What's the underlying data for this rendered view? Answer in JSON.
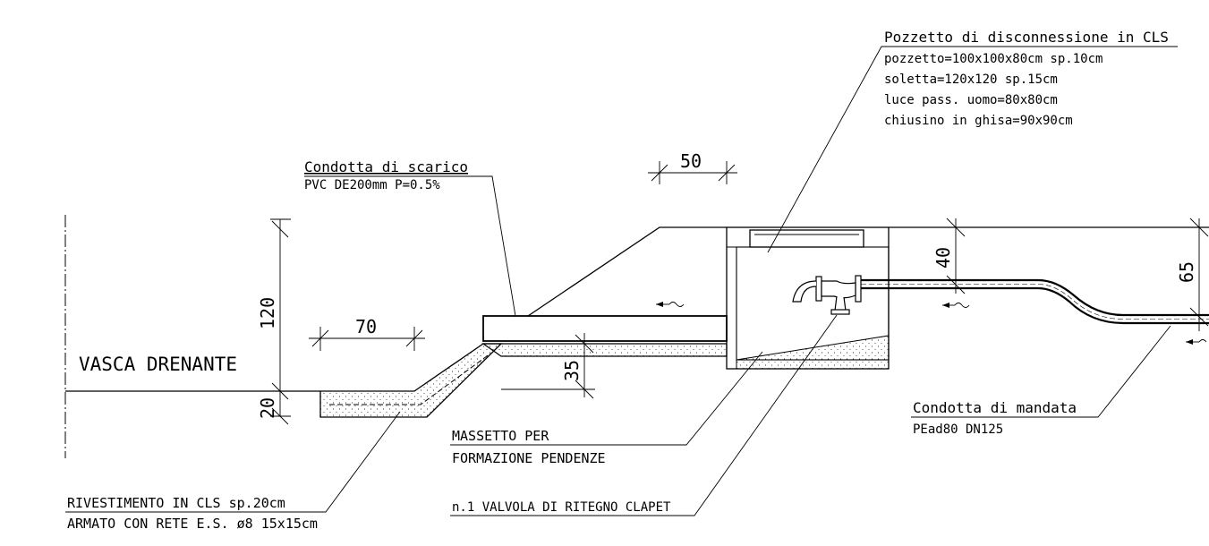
{
  "labels": {
    "vasca": "VASCA DRENANTE",
    "condotta_scarico_title": "Condotta di scarico",
    "condotta_scarico_spec": "PVC DE200mm P=0.5%",
    "pozzetto_title": "Pozzetto di disconnessione in CLS",
    "pozzetto_lines": [
      "pozzetto=100x100x80cm sp.10cm",
      "soletta=120x120 sp.15cm",
      "luce pass. uomo=80x80cm",
      "chiusino in ghisa=90x90cm"
    ],
    "condotta_mandata_title": "Condotta di mandata",
    "condotta_mandata_spec": "PEad80 DN125",
    "massetto_line1": "MASSETTO PER",
    "massetto_line2": "FORMAZIONE PENDENZE",
    "valvola": "n.1 VALVOLA DI RITEGNO CLAPET",
    "rivestimento_line1": "RIVESTIMENTO IN CLS sp.20cm",
    "rivestimento_line2": "ARMATO CON RETE E.S. ø8 15x15cm"
  },
  "dimensions": {
    "d120": "120",
    "d20": "20",
    "d70": "70",
    "d35": "35",
    "d50": "50",
    "d40": "40",
    "d65": "65"
  }
}
